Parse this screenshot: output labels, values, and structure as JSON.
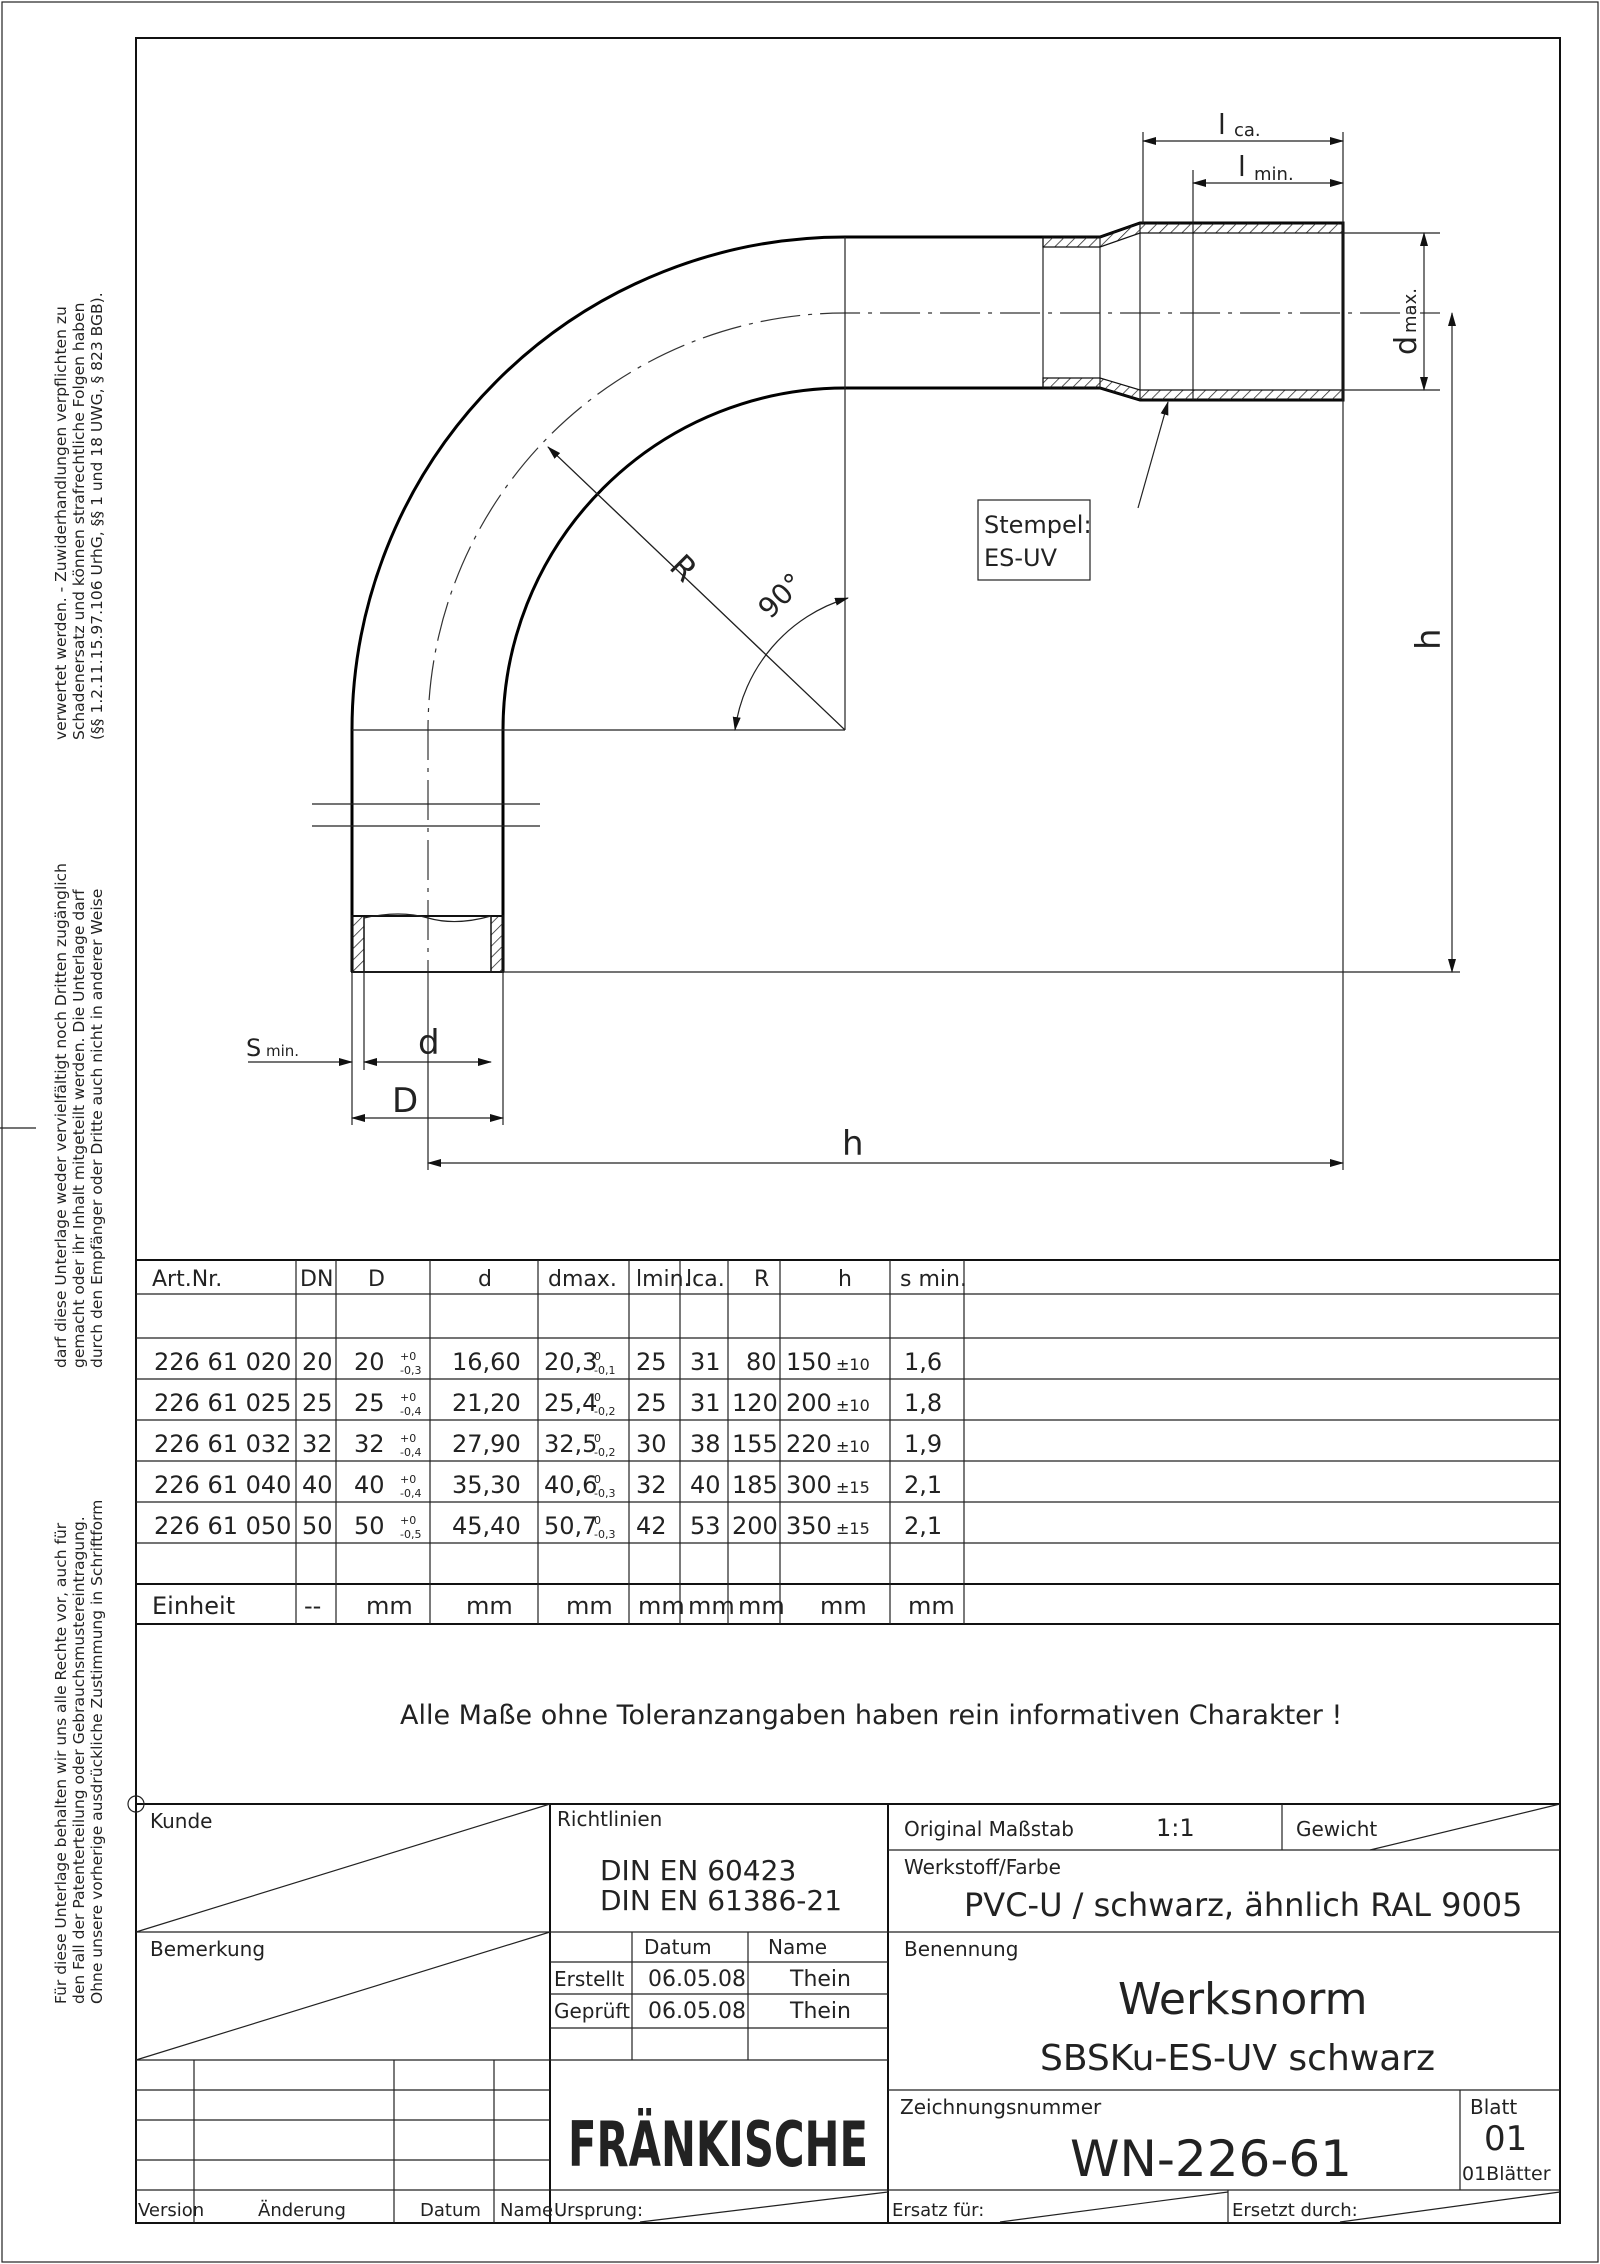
{
  "side_notes": {
    "line1": "Für diese Unterlage behalten wir uns alle Rechte vor, auch für",
    "line2": "den Fall der Patenterteilung oder Gebrauchsmustereintragung.",
    "line3": "Ohne unsere vorherige ausdrückliche Zustimmung in Schriftform",
    "line4": "darf diese Unterlage weder vervielfältigt noch Dritten zugänglich",
    "line5": "gemacht oder ihr Inhalt mitgeteilt werden. Die Unterlage darf",
    "line6": "durch den Empfänger oder Dritte auch nicht in anderer Weise",
    "line7": "verwertet werden. - Zuwiderhandlungen verpflichten zu",
    "line8": "Schadenersatz und können strafrechtliche Folgen haben",
    "line9": "(§§ 1.2.11.15.97.106 UrhG, §§ 1 und 18 UWG, § 823 BGB)."
  },
  "drawing": {
    "l_ca": "l",
    "l_ca_sub": "ca.",
    "l_min": "l",
    "l_min_sub": "min.",
    "d_max": "d",
    "d_max_sub": "max.",
    "stamp_line1": "Stempel:",
    "stamp_line2": "ES-UV",
    "radius": "R",
    "angle": "90°",
    "h_vertical": "h",
    "h_horizontal": "h",
    "s_min": "S",
    "s_min_sub": "min.",
    "d_inner": "d",
    "d_outer": "D"
  },
  "table": {
    "headers": [
      "Art.Nr.",
      "DN",
      "D",
      "d",
      "dmax.",
      "lmin.",
      "lca.",
      "R",
      "h",
      "s min."
    ],
    "rows": [
      {
        "art": "226 61 020",
        "dn": "20",
        "D": "20",
        "D_tol_up": "+0",
        "D_tol_lo": "-0,3",
        "d": "16,60",
        "dmax": "20,3",
        "dmax_up": "0",
        "dmax_lo": "-0,1",
        "lmin": "25",
        "lca": "31",
        "R": "80",
        "h": "150",
        "h_tol": "±10",
        "smin": "1,6"
      },
      {
        "art": "226 61 025",
        "dn": "25",
        "D": "25",
        "D_tol_up": "+0",
        "D_tol_lo": "-0,4",
        "d": "21,20",
        "dmax": "25,4",
        "dmax_up": "0",
        "dmax_lo": "-0,2",
        "lmin": "25",
        "lca": "31",
        "R": "120",
        "h": "200",
        "h_tol": "±10",
        "smin": "1,8"
      },
      {
        "art": "226 61 032",
        "dn": "32",
        "D": "32",
        "D_tol_up": "+0",
        "D_tol_lo": "-0,4",
        "d": "27,90",
        "dmax": "32,5",
        "dmax_up": "0",
        "dmax_lo": "-0,2",
        "lmin": "30",
        "lca": "38",
        "R": "155",
        "h": "220",
        "h_tol": "±10",
        "smin": "1,9"
      },
      {
        "art": "226 61 040",
        "dn": "40",
        "D": "40",
        "D_tol_up": "+0",
        "D_tol_lo": "-0,4",
        "d": "35,30",
        "dmax": "40,6",
        "dmax_up": "0",
        "dmax_lo": "-0,3",
        "lmin": "32",
        "lca": "40",
        "R": "185",
        "h": "300",
        "h_tol": "±15",
        "smin": "2,1"
      },
      {
        "art": "226 61 050",
        "dn": "50",
        "D": "50",
        "D_tol_up": "+0",
        "D_tol_lo": "-0,5",
        "d": "45,40",
        "dmax": "50,7",
        "dmax_up": "0",
        "dmax_lo": "-0,3",
        "lmin": "42",
        "lca": "53",
        "R": "200",
        "h": "350",
        "h_tol": "±15",
        "smin": "2,1"
      }
    ],
    "unit_row": [
      "Einheit",
      "--",
      "mm",
      "mm",
      "mm",
      "mm",
      "mm",
      "mm",
      "mm",
      "mm"
    ]
  },
  "note": "Alle Maße ohne Toleranzangaben haben rein informativen Charakter !",
  "title_block": {
    "kunde": "Kunde",
    "bemerkung": "Bemerkung",
    "richtlinien": "Richtlinien",
    "norm1": "DIN EN 60423",
    "norm2": "DIN EN 61386-21",
    "datum": "Datum",
    "name": "Name",
    "erstellt": "Erstellt",
    "erstellt_datum": "06.05.08",
    "erstellt_name": "Thein",
    "geprueft": "Geprüft",
    "geprueft_datum": "06.05.08",
    "geprueft_name": "Thein",
    "massstab_label": "Original Maßstab",
    "massstab": "1:1",
    "gewicht": "Gewicht",
    "werkstoff_label": "Werkstoff/Farbe",
    "werkstoff": "PVC-U / schwarz, ähnlich RAL 9005",
    "benennung_label": "Benennung",
    "benennung1": "Werksnorm",
    "benennung2": "SBSKu-ES-UV schwarz",
    "logo": "FRÄNKISCHE",
    "zeichnungsnummer_label": "Zeichnungsnummer",
    "zeichnungsnummer": "WN-226-61",
    "blatt_label": "Blatt",
    "blatt": "01",
    "blaetter": "01Blätter",
    "version": "Version",
    "aenderung": "Änderung",
    "datum2": "Datum",
    "name2": "Name",
    "ursprung": "Ursprung:",
    "ersatz_fuer": "Ersatz für:",
    "ersetzt_durch": "Ersetzt durch:"
  }
}
